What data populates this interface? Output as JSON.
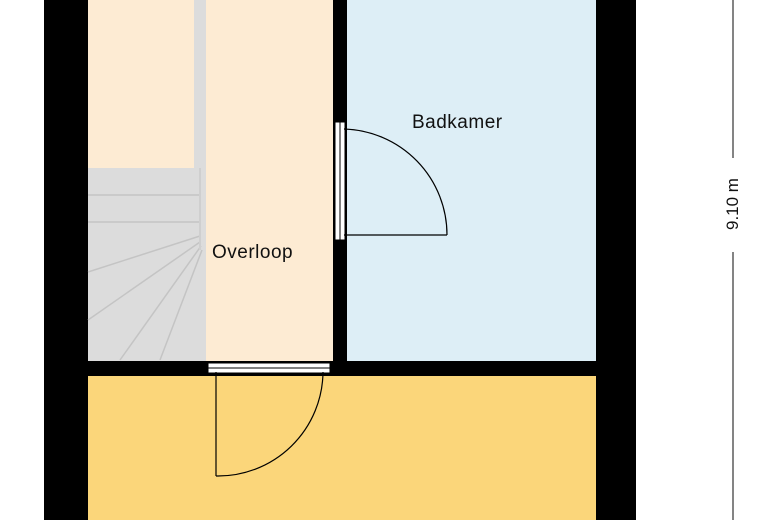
{
  "rooms": [
    {
      "name": "Badkamer"
    },
    {
      "name": "Overloop"
    }
  ],
  "dimension": {
    "label": "9.10 m"
  },
  "colors": {
    "wall": "#000000",
    "overloop": "#fdebd3",
    "badkamer": "#ddeef6",
    "bottom_room": "#fbd67a",
    "stairs": "#dcdcdc"
  }
}
